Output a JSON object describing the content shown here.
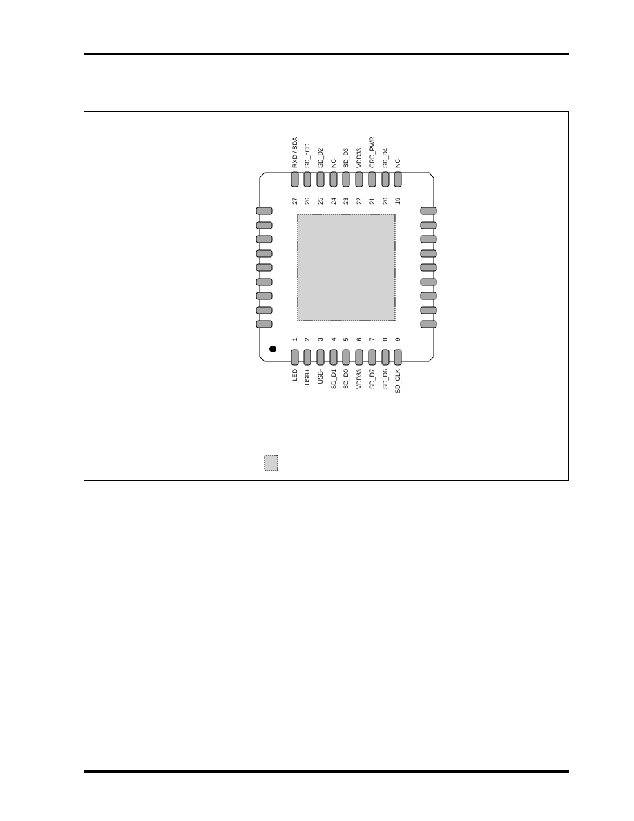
{
  "colors": {
    "rule": "#000000",
    "pad_fill": "#a8a8a8",
    "exposed_pad_fill": "#d3d3d3",
    "package_outline": "#000000"
  },
  "package": {
    "top_pins": [
      {
        "number": "27",
        "name": "RXD / SDA"
      },
      {
        "number": "26",
        "name": "SD_nCD"
      },
      {
        "number": "25",
        "name": "SD_D2"
      },
      {
        "number": "24",
        "name": "NC"
      },
      {
        "number": "23",
        "name": "SD_D3"
      },
      {
        "number": "22",
        "name": "VDD33"
      },
      {
        "number": "21",
        "name": "CRD_PWR"
      },
      {
        "number": "20",
        "name": "SD_D4"
      },
      {
        "number": "19",
        "name": "NC"
      }
    ],
    "bottom_pins": [
      {
        "number": "1",
        "name": "LED"
      },
      {
        "number": "2",
        "name": "USB+"
      },
      {
        "number": "3",
        "name": "USB-"
      },
      {
        "number": "4",
        "name": "SD_D1"
      },
      {
        "number": "5",
        "name": "SD_D0"
      },
      {
        "number": "6",
        "name": "VDD33"
      },
      {
        "number": "7",
        "name": "SD_D7"
      },
      {
        "number": "8",
        "name": "SD_D6"
      },
      {
        "number": "9",
        "name": "SD_CLK"
      }
    ],
    "left_pin_count": 9,
    "right_pin_count": 9
  }
}
